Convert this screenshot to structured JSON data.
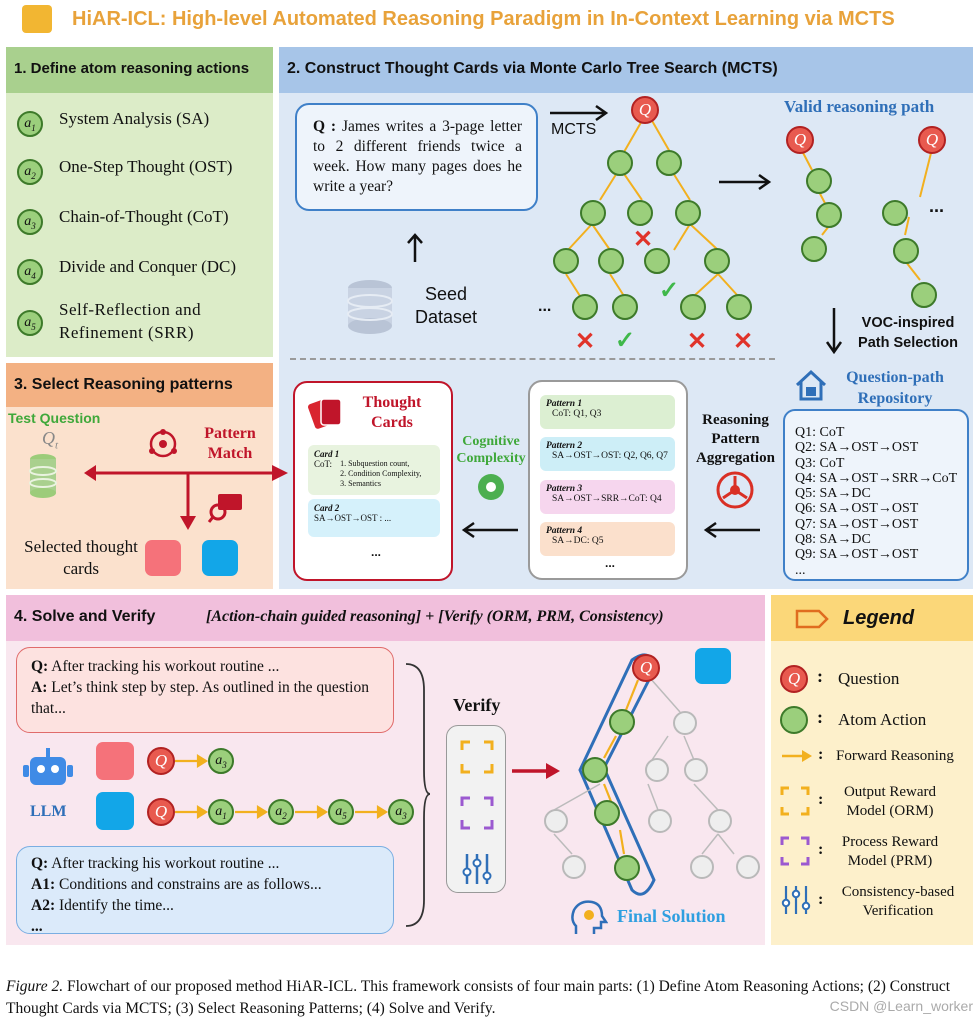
{
  "title": "HiAR-ICL: High-level Automated Reasoning Paradigm in In-Context Learning via MCTS",
  "panel1": {
    "header": "1. Define atom reasoning actions",
    "actions": [
      {
        "sym": "a",
        "sub": "1",
        "label": "System Analysis (SA)"
      },
      {
        "sym": "a",
        "sub": "2",
        "label": "One-Step Thought (OST)"
      },
      {
        "sym": "a",
        "sub": "3",
        "label": "Chain-of-Thought (CoT)"
      },
      {
        "sym": "a",
        "sub": "4",
        "label": "Divide and Conquer (DC)"
      },
      {
        "sym": "a",
        "sub": "5",
        "label": "Self-Reflection and Refinement (SRR)"
      }
    ]
  },
  "panel2": {
    "header": "2. Construct Thought Cards via Monte Carlo Tree Search (MCTS)",
    "question_prefix": "Q :",
    "question": "James writes a 3-page letter to 2 different friends twice a week. How many pages does he write a year?",
    "seed_dataset": "Seed Dataset",
    "mcts_label": "MCTS",
    "q_symbol": "Q",
    "valid_path": "Valid reasoning path",
    "ellipsis": "...",
    "voc": "VOC-inspired Path Selection",
    "repo_title": "Question-path Repository",
    "repo_lines": [
      "Q1: CoT",
      "Q2: SA→OST→OST",
      "Q3: CoT",
      "Q4: SA→OST→SRR→CoT",
      "Q5: SA→DC",
      "Q6: SA→OST→OST",
      "Q7: SA→OST→OST",
      "Q8: SA→DC",
      "Q9: SA→OST→OST",
      "..."
    ],
    "aggregation": "Reasoning Pattern Aggregation",
    "patterns": [
      {
        "name": "Pattern 1",
        "value": "CoT: Q1, Q3",
        "color": "#dcefd2"
      },
      {
        "name": "Pattern 2",
        "value": "SA→OST→OST: Q2, Q6, Q7",
        "color": "#cdeef7"
      },
      {
        "name": "Pattern 3",
        "value": "SA→OST→SRR→CoT: Q4",
        "color": "#f6d6ee"
      },
      {
        "name": "Pattern 4",
        "value": "SA→DC: Q5",
        "color": "#fbe0cc"
      }
    ],
    "patterns_ellipsis": "...",
    "complexity": "Cognitive Complexity",
    "thought_cards": "Thought Cards",
    "card1_name": "Card 1",
    "card1_prefix": "CoT:",
    "card1_items": [
      "1. Subquestion count,",
      "2. Condition Complexity,",
      "3. Semantics"
    ],
    "card2_name": "Card 2",
    "card2_value": "SA→OST→OST : ...",
    "cards_ellipsis": "..."
  },
  "panel3": {
    "header": "3. Select Reasoning patterns",
    "test_question": "Test Question",
    "qt": "Q",
    "qt_sub": "t",
    "pattern_match": "Pattern Match",
    "selected": "Selected thought cards"
  },
  "panel4": {
    "header": "4. Solve and Verify",
    "subtitle": "[Action-chain guided reasoning] + [Verify (ORM, PRM, Consistency)",
    "box1_q_label": "Q:",
    "box1_q": "After tracking his workout routine ...",
    "box1_a_label": "A:",
    "box1_a": "Let’s think step by step. As outlined in the question that...",
    "llm": "LLM",
    "chain1": [
      {
        "sym": "a",
        "sub": "3"
      }
    ],
    "chain2": [
      {
        "sym": "a",
        "sub": "1"
      },
      {
        "sym": "a",
        "sub": "2"
      },
      {
        "sym": "a",
        "sub": "5"
      },
      {
        "sym": "a",
        "sub": "3"
      }
    ],
    "box2_q_label": "Q:",
    "box2_q": "After tracking his workout routine ...",
    "box2_a1_label": "A1:",
    "box2_a1": "Conditions and constrains are as follows...",
    "box2_a2_label": "A2:",
    "box2_a2": "Identify the time...",
    "box2_more": "...",
    "verify": "Verify",
    "final": "Final Solution"
  },
  "legend": {
    "title": "Legend",
    "colon": ":",
    "items": [
      {
        "icon": "question-node",
        "label": "Question"
      },
      {
        "icon": "atom-node",
        "label": "Atom Action"
      },
      {
        "icon": "forward-arrow",
        "label": "Forward Reasoning"
      },
      {
        "icon": "orm-bracket",
        "label": "Output Reward Model (ORM)"
      },
      {
        "icon": "prm-bracket",
        "label": "Process Reward Model (PRM)"
      },
      {
        "icon": "slider",
        "label": "Consistency-based Verification"
      }
    ]
  },
  "caption": {
    "fig": "Figure 2.",
    "text": "Flowchart of our proposed method HiAR-ICL. This framework consists of four main parts: (1) Define Atom Reasoning Actions; (2) Construct Thought Cards via MCTS; (3) Select Reasoning Patterns; (4) Solve and Verify."
  },
  "watermark": "CSDN @Learn_worker",
  "colors": {
    "atom": "#9bcf7c",
    "question": "#e85a4f",
    "arrow": "#f2b01e",
    "path": "#2f6fb8",
    "red": "#c0152a",
    "blue_card": "#12a6e8",
    "red_card": "#f5727a"
  }
}
